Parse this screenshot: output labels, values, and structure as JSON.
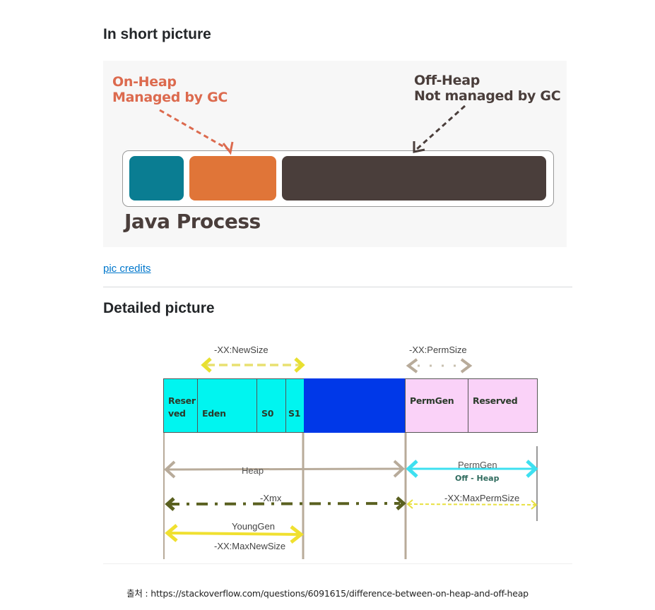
{
  "sections": {
    "short": {
      "heading": "In short picture"
    },
    "detailed": {
      "heading": "Detailed picture"
    }
  },
  "short_diagram": {
    "on_heap_title": "On-Heap",
    "on_heap_subtitle": "Managed by GC",
    "off_heap_title": "Off-Heap",
    "off_heap_subtitle": "Not managed by GC",
    "process_label": "Java Process",
    "colors": {
      "on_heap_text": "#dc6a4e",
      "off_heap_text": "#4a3e3b",
      "block_teal": "#0a7d92",
      "block_orange": "#e07538",
      "block_dark": "#4a3e3b"
    }
  },
  "credits_link": "pic credits",
  "detailed_diagram": {
    "segments": [
      {
        "label": "Reser ved",
        "color": "#00f5f0"
      },
      {
        "label": "Eden",
        "color": "#00f5f0"
      },
      {
        "label": "S0",
        "color": "#00f5f0"
      },
      {
        "label": "S1",
        "color": "#00f5f0"
      },
      {
        "label": "",
        "color": "#0038e8"
      },
      {
        "label": "PermGen",
        "color": "#fad2f8"
      },
      {
        "label": "Reserved",
        "color": "#fad2f8"
      }
    ],
    "labels": {
      "new_size": "-XX:NewSize",
      "perm_size": "-XX:PermSize",
      "heap": "Heap",
      "permgen": "PermGen",
      "off_heap": "Off - Heap",
      "xmx": "-Xmx",
      "max_perm_size": "-XX:MaxPermSize",
      "young_gen": "YoungGen",
      "max_new_size": "-XX:MaxNewSize"
    }
  },
  "source_text": "출처 : https://stackoverflow.com/questions/6091615/difference-between-on-heap-and-off-heap"
}
